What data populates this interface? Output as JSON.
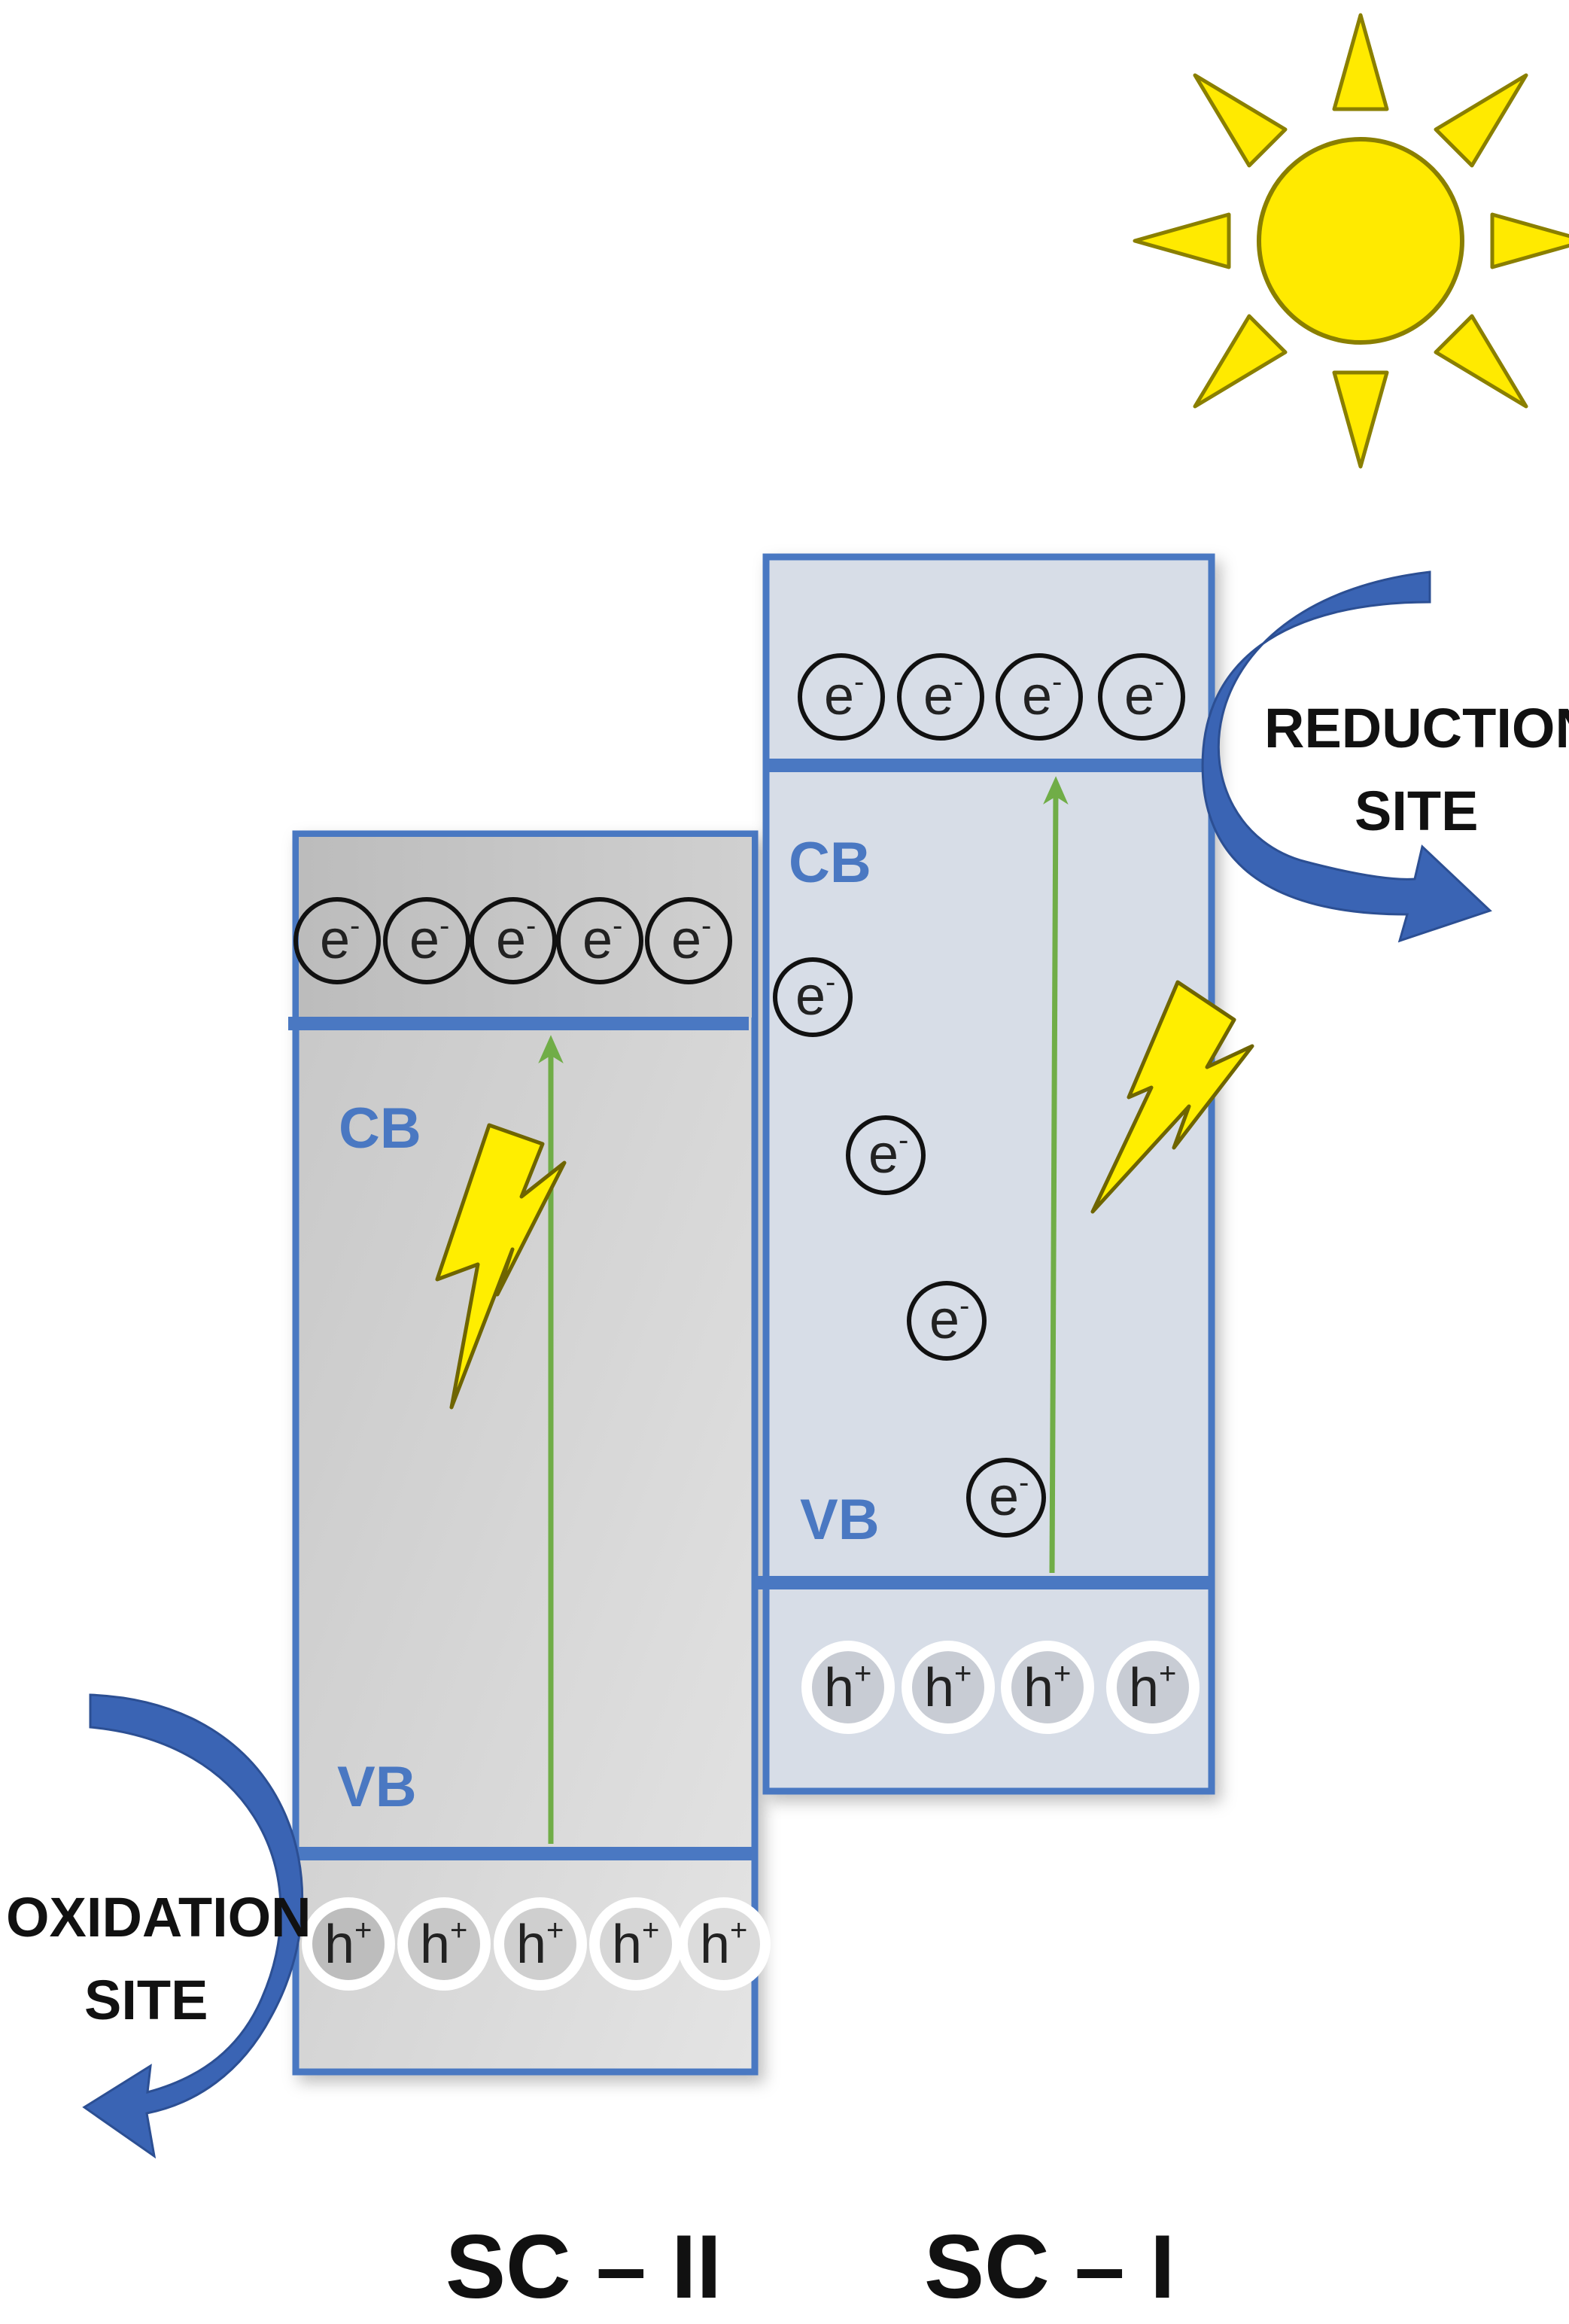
{
  "semiconductor_ii": {
    "label": "SC – II",
    "cb_label": "CB",
    "vb_label": "VB",
    "electron_symbol": "e",
    "electron_charge": "-",
    "hole_symbol": "h",
    "hole_charge": "+",
    "electron_count": 5,
    "hole_count": 5
  },
  "semiconductor_i": {
    "label": "SC – I",
    "cb_label": "CB",
    "vb_label": "VB",
    "electron_symbol": "e",
    "electron_charge": "-",
    "hole_symbol": "h",
    "hole_charge": "+",
    "electron_count": 4,
    "hole_count": 4,
    "migrating_electron_count": 4
  },
  "reduction_site": {
    "line1": "REDUCTION",
    "line2": "SITE"
  },
  "oxidation_site": {
    "line1": "OXIDATION",
    "line2": "SITE"
  },
  "colors": {
    "sc2_fill": "#d4d4d4",
    "sc1_fill": "#d7dde7",
    "band_line": "#4a78c2",
    "excitation_arrow": "#70ad47",
    "sun": "#ffea00",
    "lightning": "#ffee00",
    "site_arrow": "#3a64b4"
  },
  "icons": [
    "sun-icon",
    "lightning-icon",
    "reduction-arrow-icon",
    "oxidation-arrow-icon"
  ]
}
